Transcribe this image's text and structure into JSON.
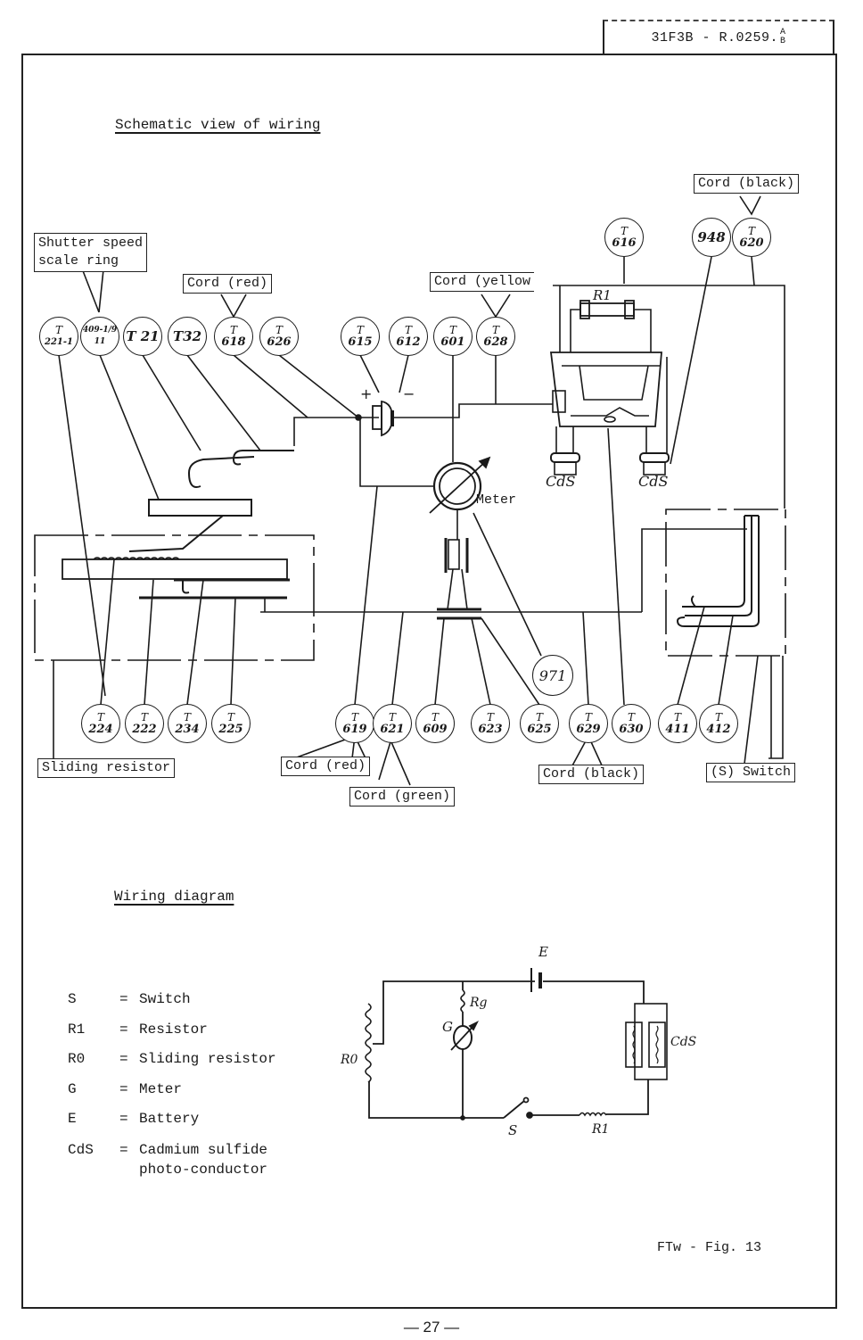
{
  "document": {
    "doc_id": "31F3B - R.0259.",
    "doc_id_fraction": {
      "top": "A",
      "bottom": "B"
    },
    "page_number": "— 27 —",
    "figure_label": "FTw - Fig. 13"
  },
  "schematic": {
    "heading": "Schematic view of wiring",
    "callouts": {
      "shutter_speed_1": "Shutter speed",
      "shutter_speed_2": "scale ring",
      "cord_red_top": "Cord (red)",
      "cord_yellow": "Cord (yellow",
      "cord_black_top": "Cord (black)",
      "sliding_resistor": "Sliding resistor",
      "cord_red_bottom": "Cord (red)",
      "cord_green": "Cord (green)",
      "cord_black_bottom": "Cord (black)",
      "switch": "(S) Switch"
    },
    "component_labels": {
      "meter": "Meter",
      "cds_left": "CdS",
      "cds_right": "CdS",
      "r1": "R1",
      "plus": "+",
      "minus": "−"
    },
    "terminals_top": [
      {
        "t": "T",
        "n": "221-1"
      },
      {
        "t": "",
        "n": "409-1/911"
      },
      {
        "t": "",
        "n": "T 21"
      },
      {
        "t": "",
        "n": "T32"
      },
      {
        "t": "T",
        "n": "618"
      },
      {
        "t": "T",
        "n": "626"
      },
      {
        "t": "T",
        "n": "615"
      },
      {
        "t": "T",
        "n": "612"
      },
      {
        "t": "T",
        "n": "601"
      },
      {
        "t": "T",
        "n": "628"
      },
      {
        "t": "T",
        "n": "616"
      },
      {
        "t": "",
        "n": "948"
      },
      {
        "t": "T",
        "n": "620"
      }
    ],
    "terminals_bottom": [
      {
        "t": "T",
        "n": "224"
      },
      {
        "t": "T",
        "n": "222"
      },
      {
        "t": "T",
        "n": "234"
      },
      {
        "t": "T",
        "n": "225"
      },
      {
        "t": "T",
        "n": "619"
      },
      {
        "t": "T",
        "n": "621"
      },
      {
        "t": "T",
        "n": "609"
      },
      {
        "t": "T",
        "n": "623"
      },
      {
        "t": "T",
        "n": "625"
      },
      {
        "t": "T",
        "n": "629"
      },
      {
        "t": "T",
        "n": "630"
      },
      {
        "t": "T",
        "n": "411"
      },
      {
        "t": "T",
        "n": "412"
      }
    ],
    "terminal_971": "971"
  },
  "wiring_diagram": {
    "heading": "Wiring diagram",
    "legend": [
      {
        "key": "S",
        "desc": "Switch"
      },
      {
        "key": "R1",
        "desc": "Resistor"
      },
      {
        "key": "R0",
        "desc": "Sliding resistor"
      },
      {
        "key": "G",
        "desc": "Meter"
      },
      {
        "key": "E",
        "desc": "Battery"
      },
      {
        "key": "CdS",
        "desc": "Cadmium sulfide",
        "desc2": "photo-conductor"
      }
    ],
    "symbols": {
      "E": "E",
      "Rg": "Rg",
      "G": "G",
      "R0": "R0",
      "CdS": "CdS",
      "S": "S",
      "R1": "R1"
    }
  }
}
